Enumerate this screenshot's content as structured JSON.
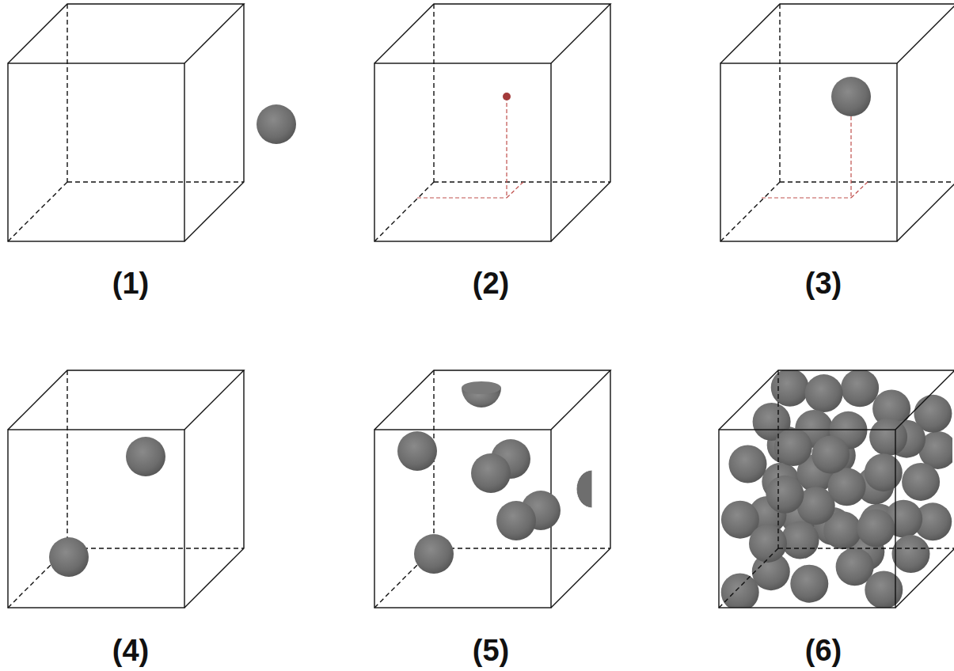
{
  "diagram": {
    "labels": [
      "(1)",
      "(2)",
      "(3)",
      "(4)",
      "(5)",
      "(6)"
    ]
  }
}
